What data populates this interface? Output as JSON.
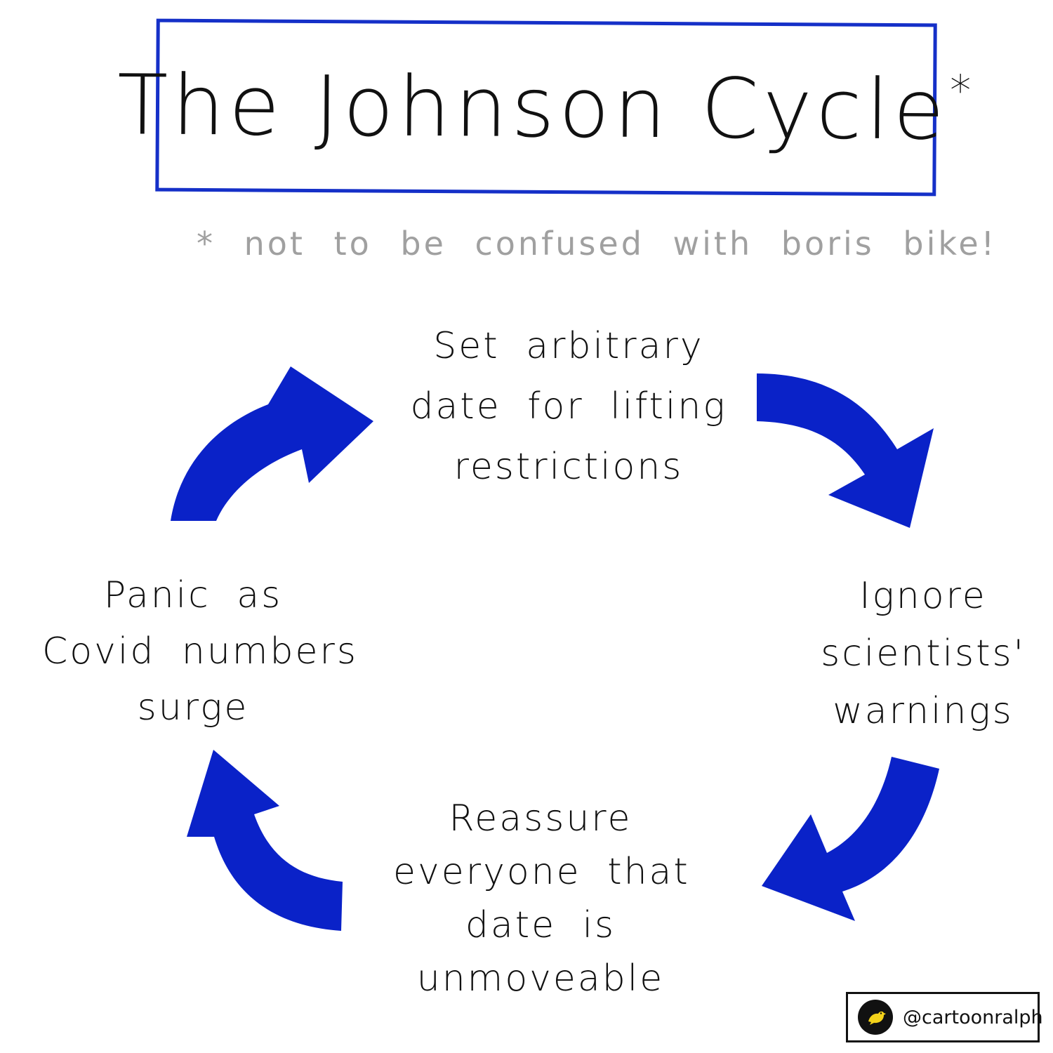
{
  "title": {
    "text": "The Johnson Cycle",
    "star": "*"
  },
  "subtitle": "* not to be confused with boris bike!",
  "cycle": {
    "steps": [
      {
        "lines": [
          "Set arbitrary",
          "date for lifting",
          "restrictions"
        ]
      },
      {
        "lines": [
          "Ignore",
          "scientists'",
          "warnings"
        ]
      },
      {
        "lines": [
          "Reassure",
          "everyone that",
          "date is",
          "unmoveable"
        ]
      },
      {
        "lines": [
          "Panic as",
          "Covid numbers",
          "surge"
        ]
      }
    ],
    "arrow_color": "#0a22c8"
  },
  "credit": {
    "handle": "@cartoonralph",
    "logo_icon": "yellow-bird-icon"
  },
  "colors": {
    "frame": "#1530c8",
    "subtitle": "#a0a0a0",
    "text": "#111111"
  }
}
